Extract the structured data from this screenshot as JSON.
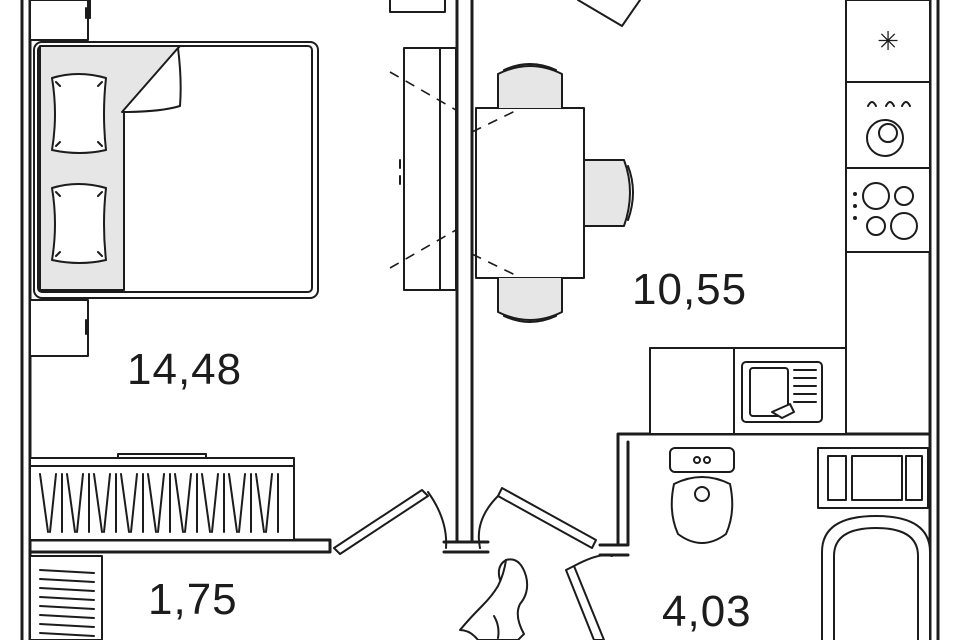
{
  "rooms": [
    {
      "id": "bedroom",
      "area": "14,48"
    },
    {
      "id": "kitchen",
      "area": "10,55"
    },
    {
      "id": "hall",
      "area": "1,75"
    },
    {
      "id": "bathroom",
      "area": "4,03"
    }
  ],
  "icons": {
    "freezer": "snowflake-icon",
    "hob": "gas-burner-icon"
  },
  "colors": {
    "line": "#1c1c1c",
    "fill_grey": "#e6e6e6",
    "background": "#ffffff"
  }
}
